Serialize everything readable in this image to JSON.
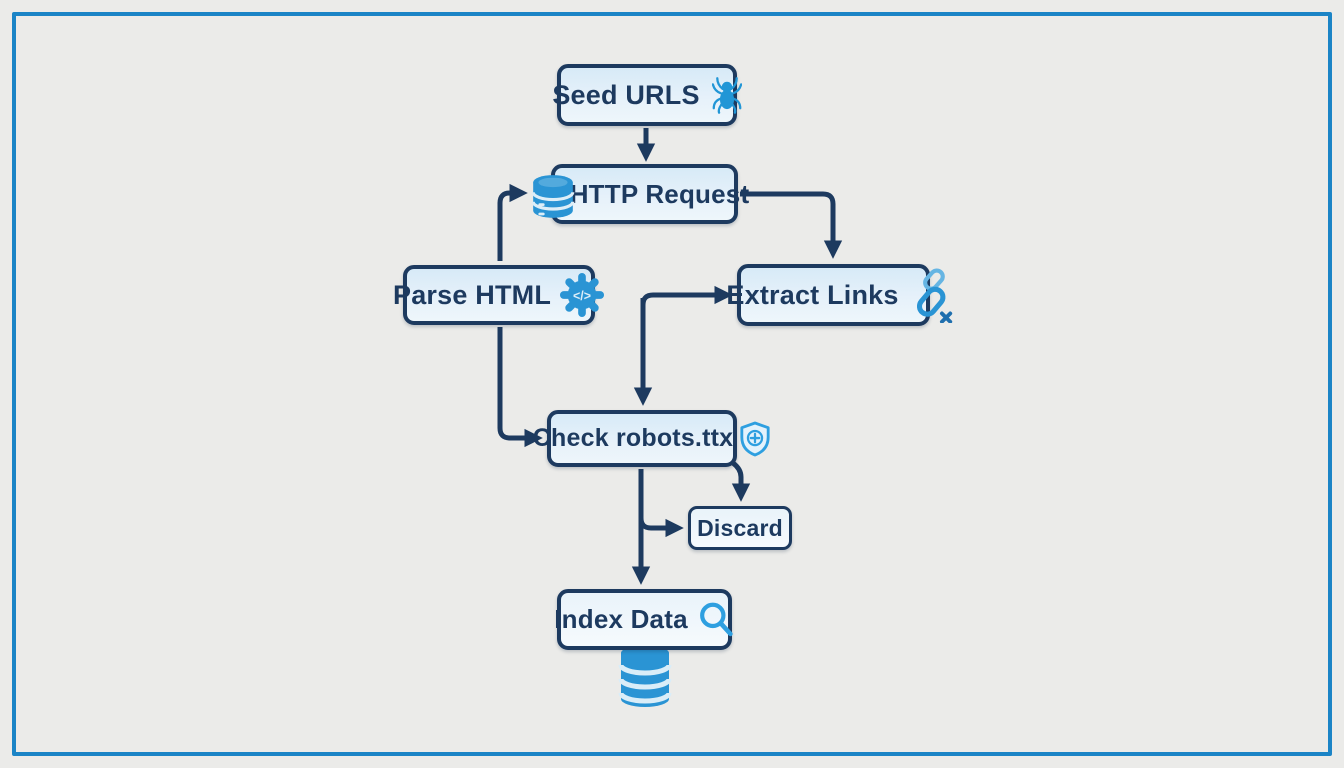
{
  "diagram": {
    "type": "flowchart",
    "subject": "web crawler pipeline",
    "background_color": "#ebebe9",
    "frame_color": "#1b84c6",
    "node_border_color": "#1d3a5f",
    "node_fill_color": "#ddecf7",
    "text_color": "#1d3a5f",
    "arrow_color": "#1d3a5f",
    "icon_color": "#2a94d4",
    "nodes": {
      "seed": {
        "label": "Seed URLS",
        "icon": "spider-icon"
      },
      "http": {
        "label": "HTTP Request",
        "icon": "database-icon"
      },
      "parse": {
        "label": "Parse HTML",
        "icon": "gear-code-icon"
      },
      "extract": {
        "label": "Extract Links",
        "icon": "chain-links-icon"
      },
      "check": {
        "label": "Check robots.ttx",
        "icon": "shield-plus-icon"
      },
      "discard": {
        "label": "Discard",
        "icon": null
      },
      "index": {
        "label": "Index Data",
        "icon": "magnifier-icon"
      },
      "storage": {
        "label": "",
        "icon": "database-cylinder-icon"
      }
    },
    "edges": [
      {
        "from": "seed",
        "to": "http",
        "enter": "top"
      },
      {
        "from": "parse",
        "to": "http",
        "enter": "left"
      },
      {
        "from": "http",
        "to": "extract",
        "enter": "top"
      },
      {
        "from": "junction",
        "to": "extract",
        "enter": "left"
      },
      {
        "from": "junction",
        "to": "check",
        "enter": "top"
      },
      {
        "from": "parse",
        "to": "check",
        "enter": "left"
      },
      {
        "from": "check",
        "to": "discard",
        "enter": "left"
      },
      {
        "from": "check",
        "to": "discard",
        "enter": "top"
      },
      {
        "from": "check",
        "to": "index",
        "enter": "top"
      },
      {
        "from": "index",
        "to": "storage",
        "enter": "top"
      }
    ]
  }
}
